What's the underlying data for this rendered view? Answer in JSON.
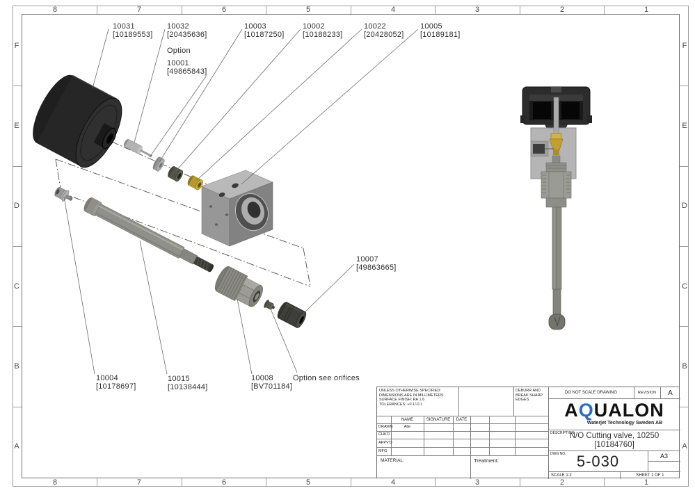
{
  "border": {
    "columns": [
      "8",
      "7",
      "6",
      "5",
      "4",
      "3",
      "2",
      "1"
    ],
    "rows": [
      "F",
      "E",
      "D",
      "C",
      "B",
      "A"
    ]
  },
  "drawing": {
    "callouts": [
      {
        "no": "10031",
        "code": "[10189553]"
      },
      {
        "no": "10032",
        "code": "[20435636]"
      },
      {
        "no": "10001",
        "code": "[49865843]"
      },
      {
        "no": "10003",
        "code": "[10187250]"
      },
      {
        "no": "10002",
        "code": "[10188233]"
      },
      {
        "no": "10022",
        "code": "[20428052]"
      },
      {
        "no": "10005",
        "code": "[10189181]"
      },
      {
        "no": "10007",
        "code": "[49863665]"
      },
      {
        "no": "10004",
        "code": "[10178697]"
      },
      {
        "no": "10015",
        "code": "[10138444]"
      },
      {
        "no": "10008",
        "code": "[BV701184]"
      }
    ],
    "option_note": "Option",
    "orifice_note": "Option see orifices"
  },
  "title_block": {
    "notes_lines": [
      "UNLESS OTHERWISE SPECIFIED:",
      "DIMENSIONS ARE IN MILLIMETERS",
      "SURFACE FINISH: RA 1.6",
      "TOLERANCES: +0.1/-0.1"
    ],
    "deburr_lines": [
      "DEBURR AND",
      "BREAK SHARP",
      "EDGES"
    ],
    "do_not_scale": "DO NOT SCALE DRAWING",
    "revision_label": "REVISION",
    "revision": "A",
    "logo": {
      "part1": "A",
      "part2": "Q",
      "part3": "UALON",
      "tagline": "Waterjet Technology Sweden AB",
      "accent": "#2a6fbe"
    },
    "sign_table": {
      "headers": [
        "NAME",
        "SIGNATURE",
        "DATE"
      ],
      "rows": [
        {
          "role": "DRAWN",
          "name": "Atle"
        },
        {
          "role": "CHK'D",
          "name": ""
        },
        {
          "role": "APPV'D",
          "name": ""
        },
        {
          "role": "MFG",
          "name": ""
        }
      ]
    },
    "material_label": "MATERIAL:",
    "treatment_label": "Treatment:",
    "description_label": "DESCRIPTION:",
    "description_line1": "N/O Cutting valve, 10250",
    "description_line2": "[10184760]",
    "dwg_no_label": "DWG NO.",
    "dwg_no": "5-030",
    "paper_size": "A3",
    "scale": "SCALE 1:2",
    "sheet": "SHEET 1 OF 1"
  }
}
